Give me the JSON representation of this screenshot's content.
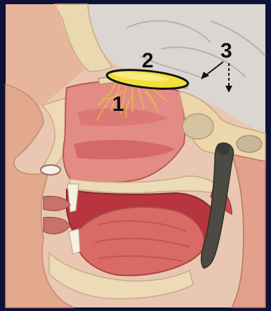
{
  "figure": {
    "labels": [
      {
        "id": "1",
        "text": "1",
        "target": "olfactory-receptor-fibers"
      },
      {
        "id": "2",
        "text": "2",
        "target": "olfactory-bulb"
      },
      {
        "id": "3",
        "text": "3",
        "target": "cribriform-plate"
      }
    ],
    "colors": {
      "frame": "#0e1138",
      "skin": "#e8b8a0",
      "nasal_cavity": "#e38c86",
      "oral_cavity": "#b8343e",
      "tongue": "#d96a66",
      "bone": "#eadcb4",
      "brain": "#d9d5d0",
      "olfactory_bulb": "#f2df3a",
      "nerve_fibers": "#e9c23a",
      "pharynx": "#4c4a42"
    }
  }
}
